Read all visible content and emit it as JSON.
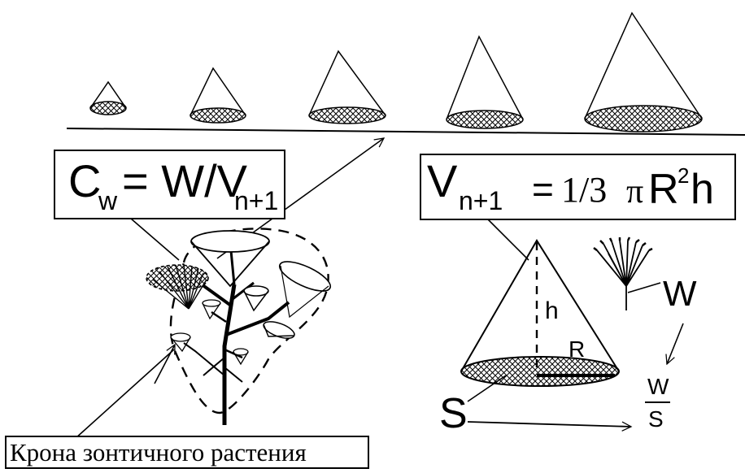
{
  "formula_cw": {
    "c": "C",
    "sub_w": "w",
    "rhs": "= W/V",
    "sub_n1": "n+1"
  },
  "formula_volume": {
    "v": "V",
    "sub_n1": "n+1",
    "eq": "=",
    "frac": "1/3",
    "pi": "π",
    "r": "R",
    "sup": "2",
    "h": "h"
  },
  "labels": {
    "h": "h",
    "r": "R",
    "w": "W",
    "s": "S",
    "frac_num": "W",
    "frac_den": "S"
  },
  "caption": "Крона зонтичного растения"
}
